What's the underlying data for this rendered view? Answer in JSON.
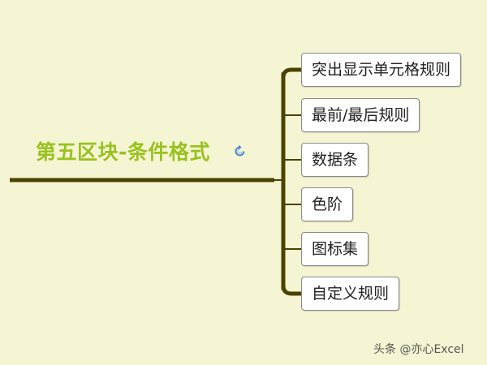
{
  "root": {
    "title": "第五区块-条件格式",
    "icon": "refresh-icon"
  },
  "children": [
    {
      "label": "突出显示单元格规则"
    },
    {
      "label": "最前/最后规则"
    },
    {
      "label": "数据条"
    },
    {
      "label": "色阶"
    },
    {
      "label": "图标集"
    },
    {
      "label": "自定义规则"
    }
  ],
  "watermark": "头条 @亦心Excel",
  "colors": {
    "background": "#f6f5d3",
    "root_text": "#98c21f",
    "connector": "#4a4300",
    "node_border": "#8a8a8a",
    "node_fill": "#ffffff"
  }
}
